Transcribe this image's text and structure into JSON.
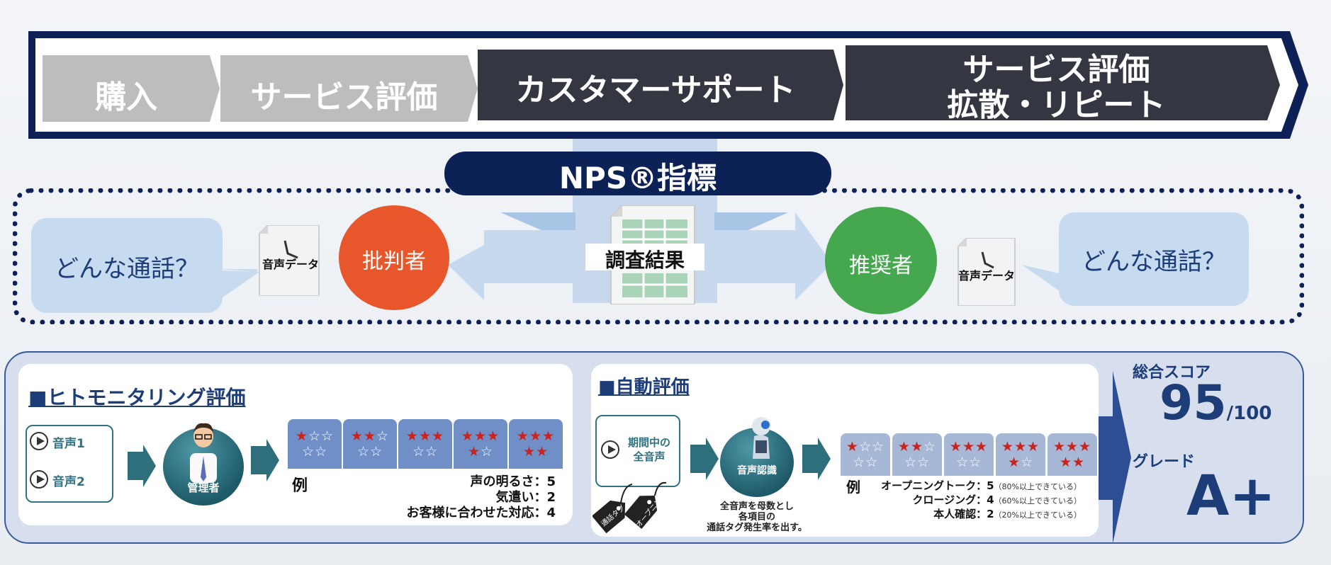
{
  "journey": {
    "steps": [
      {
        "label": "購入"
      },
      {
        "label": "サービス評価"
      },
      {
        "label": "カスタマーサポート"
      },
      {
        "label_line1": "サービス評価",
        "label_line2": "拡散・リピート"
      }
    ]
  },
  "nps": {
    "title": "NPS®指標",
    "survey_label": "調査結果",
    "detractor_label": "批判者",
    "promoter_label": "推奨者",
    "audio_label": "音声データ",
    "bubble_text": "どんな通話？",
    "colors": {
      "detractor": "#e8562b",
      "promoter": "#46a84e",
      "title_bg": "#0c2156"
    }
  },
  "human": {
    "title": "■ヒトモニタリング評価",
    "audio1": "音声1",
    "audio2": "音声2",
    "manager_label": "管理者",
    "star_levels": [
      {
        "filled": 1,
        "total": 5
      },
      {
        "filled": 2,
        "total": 5
      },
      {
        "filled": 3,
        "total": 5
      },
      {
        "filled": 4,
        "total": 5
      },
      {
        "filled": 5,
        "total": 5
      }
    ],
    "example_label": "例",
    "example_lines": [
      "声の明るさ：5",
      "気遣い：2",
      "お客様に合わせた対応：4"
    ]
  },
  "auto": {
    "title": "■自動評価",
    "period_line1": "期間中の",
    "period_line2": "全音声",
    "tag1": "通話タグ",
    "tag2": "オープニング",
    "recognition_label": "音声認識",
    "caption": [
      "全音声を母数とし",
      "各項目の",
      "通話タグ発生率を出す。"
    ],
    "example_label": "例",
    "example_lines": [
      {
        "item": "オープニングトーク：5",
        "note": "（80%以上できている）"
      },
      {
        "item": "クロージング：4",
        "note": "（60%以上できている）"
      },
      {
        "item": "本人確認：2",
        "note": "（20%以上できている）"
      }
    ]
  },
  "score": {
    "total_label": "総合スコア",
    "total_value": "95",
    "total_max": "/100",
    "grade_label": "グレード",
    "grade_value": "A+"
  }
}
